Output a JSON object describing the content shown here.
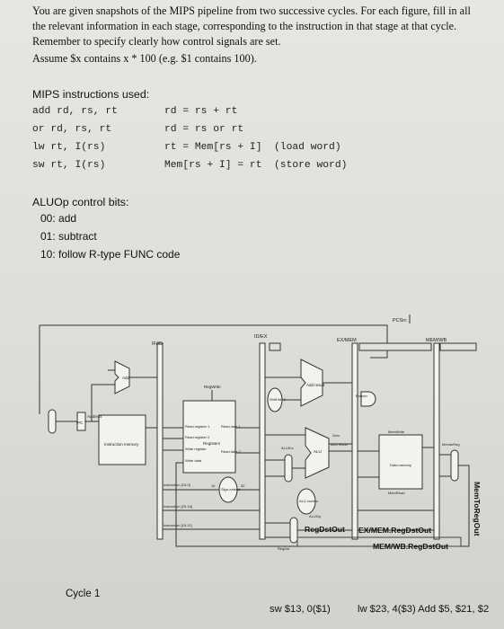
{
  "intro": {
    "line1": "You are given snapshots of the MIPS pipeline from two successive cycles.  For each figure, fill in all",
    "line2": "the relevant information in each stage, corresponding to the instruction in that stage at that cycle.",
    "line3": "Remember to specify clearly how control signals are set.",
    "line4": "Assume $x contains x * 100 (e.g. $1 contains 100)."
  },
  "instructions": {
    "title": "MIPS instructions used:",
    "rows": [
      {
        "syntax": "add rd, rs, rt",
        "semantics": "rd = rs + rt"
      },
      {
        "syntax": "or rd, rs, rt",
        "semantics": "rd = rs or rt"
      },
      {
        "syntax": "lw rt, I(rs)",
        "semantics": "rt = Mem[rs + I]  (load word)"
      },
      {
        "syntax": "sw rt, I(rs)",
        "semantics": "Mem[rs + I] = rt  (store word)"
      }
    ]
  },
  "aluop": {
    "title": "ALUOp control bits:",
    "items": [
      "00: add",
      "01: subtract",
      "10: follow R-type FUNC code"
    ]
  },
  "diagram": {
    "stage_labels": [
      "IF/ID",
      "ID/EX",
      "EX/MEM",
      "MEM/WB"
    ],
    "labels": {
      "pcsrc": "PCSrc",
      "pc": "PC",
      "address": "Address",
      "instruction_memory": "Instruction memory",
      "add": "Add",
      "add_result": "Add result",
      "shift": "Shift left 2",
      "regwrite": "RegWrite",
      "read_register_1": "Read register 1",
      "read_register_2": "Read register 2",
      "write_register": "Write register",
      "write_data": "Write data",
      "read_data_1": "Read data 1",
      "read_data_2": "Read data 2",
      "registers": "Registers",
      "sign_extend": "Sign-extend",
      "alusrc": "ALUSrc",
      "zero": "Zero",
      "alu": "ALU",
      "alu_result": "ALU result",
      "alu_control": "ALU control",
      "aluop": "ALUOp",
      "regdst": "RegDst",
      "branch": "Branch",
      "memwrite": "MemWrite",
      "memread": "MemRead",
      "data_memory": "Data memory",
      "memtoreg": "MemtoReg",
      "instr_15_0": "Instruction [15-0]",
      "instr_20_16": "Instruction [20-16]",
      "instr_15_11": "Instruction [15-11]",
      "sixteen": "16",
      "thirtytwo": "32"
    },
    "handwritten": {
      "memtoreg_out": "MemToRegOut",
      "regdstout": "RegDstOut",
      "exmem_regdstout": "EX/MEM.RegDstOut",
      "memwb_regdstout": "MEM/WB.RegDstOut"
    }
  },
  "footer": {
    "cycle": "Cycle 1",
    "ex_instruction": "sw $13, 0($1)",
    "other_instructions": "lw $23, 4($3) Add $5, $21, $2"
  }
}
